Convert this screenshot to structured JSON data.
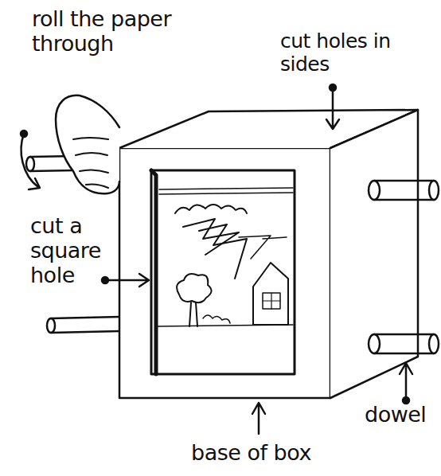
{
  "diagram": {
    "labels": [
      "roll the paper through",
      "cut holes in sides",
      "cut a square hole",
      "dowel",
      "base of box"
    ]
  }
}
